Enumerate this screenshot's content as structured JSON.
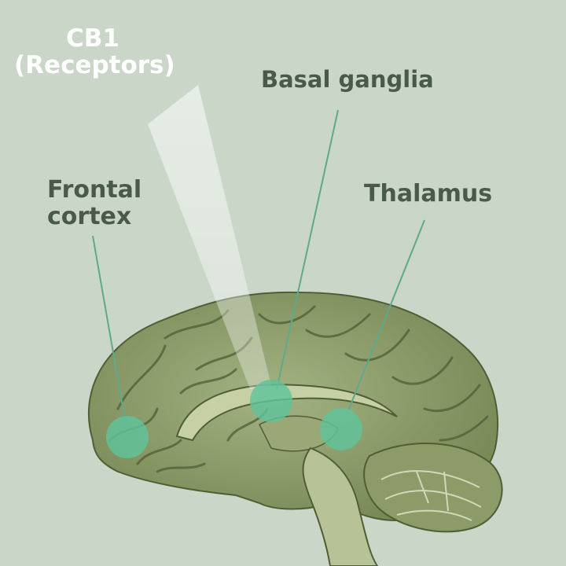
{
  "labels": {
    "cb1_line1": "CB1",
    "cb1_line2": "(Receptors)",
    "basal_ganglia": "Basal ganglia",
    "frontal_line1": "Frontal",
    "frontal_line2": "cortex",
    "thalamus": "Thalamus"
  },
  "colors": {
    "background": "#c9d6c8",
    "label_text": "#4a5a49",
    "receptor_label": "#ffffff",
    "marker": "#5fc39a",
    "brain": "#8f9f6f"
  }
}
